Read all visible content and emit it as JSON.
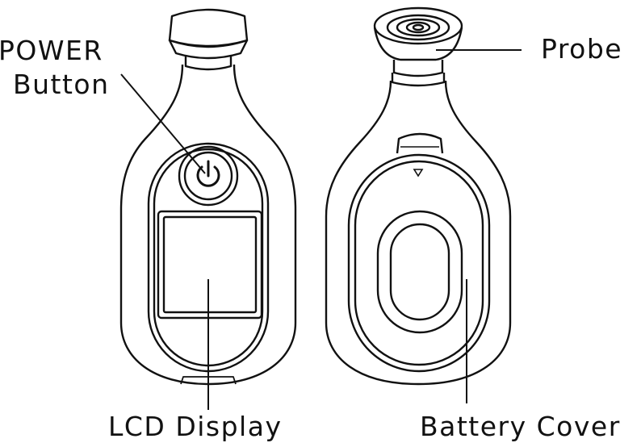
{
  "labels": {
    "power_line1": "POWER",
    "power_line2": "Button",
    "probe": "Probe",
    "lcd": "LCD Display",
    "battery": "Battery Cover"
  },
  "icons": {
    "power_symbol": "power-icon",
    "battery_arrow": "triangle-down-icon"
  },
  "colors": {
    "stroke": "#111111",
    "background": "#ffffff"
  }
}
